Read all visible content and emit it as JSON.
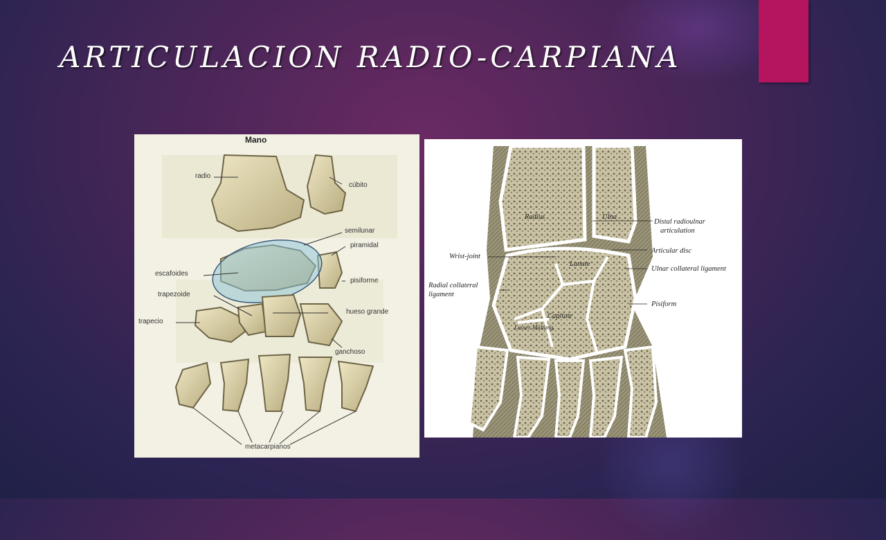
{
  "slide": {
    "title": "Articulacion radio-carpiana",
    "accent_color": "#b5145f"
  },
  "left_figure": {
    "heading": "Mano",
    "labels": {
      "radio": "radio",
      "cubito": "cúbito",
      "semilunar": "semilunar",
      "piramidal": "piramidal",
      "escafoides": "escafoides",
      "pisiforme": "pisiforme",
      "trapezoide": "trapezoide",
      "hueso_grande": "hueso grande",
      "trapecio": "trapecio",
      "ganchoso": "ganchoso",
      "metacarpianos": "metacarpianos"
    }
  },
  "right_figure": {
    "labels": {
      "radius": "Radius",
      "ulna": "Ulna",
      "lunate": "Lunate",
      "capitate": "Capitate",
      "lesser_multang": "Lesser Multang.",
      "distal_radioulnar": "Distal radioulnar",
      "distal_radioulnar_2": "articulation",
      "wrist_joint": "Wrist-joint",
      "articular_disc": "Articular disc",
      "ulnar_collateral": "Ulnar collateral ligament",
      "radial_collateral": "Radial collateral",
      "radial_collateral_2": "ligament",
      "pisiform": "Pisiform"
    }
  }
}
